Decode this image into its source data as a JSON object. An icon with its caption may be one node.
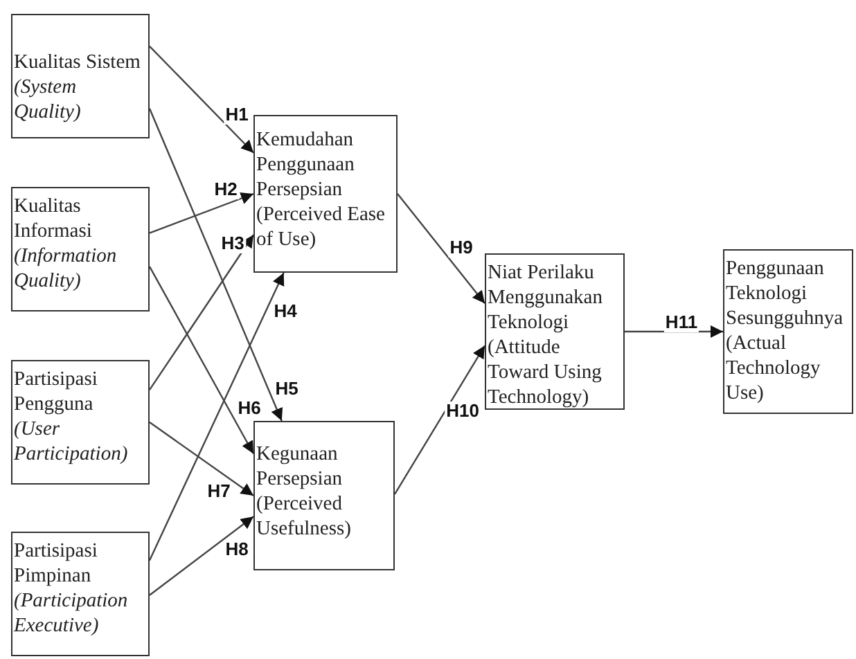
{
  "diagram": {
    "nodes": [
      {
        "text": [
          "Kualitas Sistem",
          "(System Quality)"
        ]
      },
      {
        "text": [
          "Kualitas Informasi",
          "(Information Quality)"
        ]
      },
      {
        "text": [
          "Partisipasi Pengguna",
          "(User Participation)"
        ]
      },
      {
        "text": [
          "Partisipasi Pimpinan",
          "(Participation Executive)"
        ]
      },
      {
        "text": [
          "Kemudahan Penggunaan Persepsian (Perceived Ease of Use)"
        ]
      },
      {
        "text": [
          "Kegunaan Persepsian (Perceived Usefulness)"
        ]
      },
      {
        "text": [
          "Niat Perilaku Menggunakan Teknologi (Attitude Toward Using Technology)"
        ]
      },
      {
        "text": [
          "Penggunaan Teknologi Sesungguhnya (Actual Technology Use)"
        ]
      }
    ],
    "edges": [
      {
        "from": 0,
        "to": 4,
        "arrow": "to",
        "label": "H1"
      },
      {
        "from": 1,
        "to": 4,
        "arrow": "to",
        "label": "H2"
      },
      {
        "from": 2,
        "to": 4,
        "arrow": "to",
        "label": "H3"
      },
      {
        "from": 3,
        "to": 4,
        "arrow": "to",
        "label": "H4"
      },
      {
        "from": 0,
        "to": 5,
        "arrow": "to",
        "label": "H5"
      },
      {
        "from": 1,
        "to": 5,
        "arrow": "to",
        "label": "H6"
      },
      {
        "from": 2,
        "to": 5,
        "arrow": "to",
        "label": "H7"
      },
      {
        "from": 3,
        "to": 5,
        "arrow": "to",
        "label": "H8"
      },
      {
        "from": 4,
        "to": 6,
        "arrow": "to",
        "label": "H9"
      },
      {
        "from": 5,
        "to": 6,
        "arrow": "to",
        "label": "H10"
      },
      {
        "from": 6,
        "to": 7,
        "arrow": "to",
        "label": "H11"
      }
    ]
  }
}
